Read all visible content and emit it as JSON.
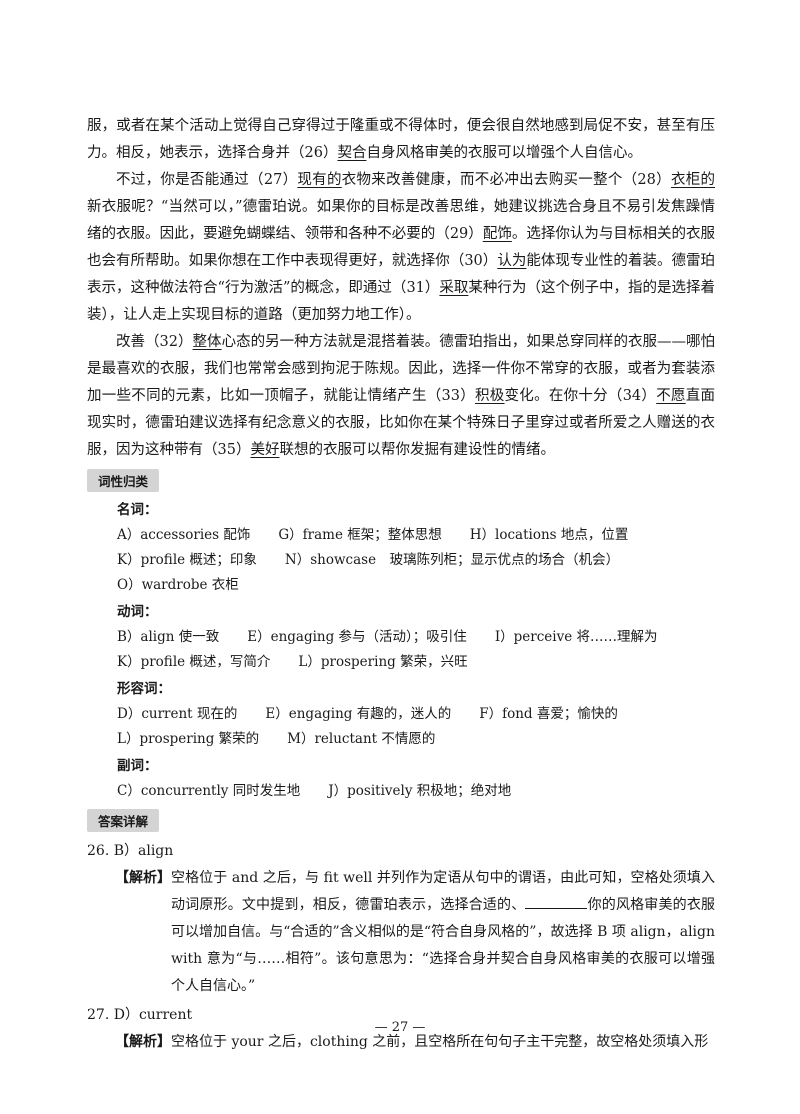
{
  "p1": "服，或者在某个活动上觉得自己穿得过于隆重或不得体时，便会很自然地感到局促不安，甚至有压力。相反，她表示，选择合身并（26）",
  "p1_u1": "契合",
  "p1_end": "自身风格审美的衣服可以增强个人自信心。",
  "p2_a": "不过，你是否能通过（27）",
  "p2_u1": "现有的",
  "p2_b": "衣物来改善健康，而不必冲出去购买一整个（28）",
  "p2_u2": "衣柜的",
  "p2_c": "新衣服呢？“当然可以，”德雷珀说。如果你的目标是改善思维，她建议挑选合身且不易引发焦躁情绪的衣服。因此，要避免蝴蝶结、领带和各种不必要的（29）",
  "p2_u3": "配饰",
  "p2_d": "。选择你认为与目标相关的衣服也会有所帮助。如果你想在工作中表现得更好，就选择你（30）",
  "p2_u4": "认为",
  "p2_e": "能体现专业性的着装。德雷珀表示，这种做法符合“行为激活”的概念，即通过（31）",
  "p2_u5": "采取",
  "p2_f": "某种行为（这个例子中，指的是选择着装），让人走上实现目标的道路（更加努力地工作）。",
  "p3_a": "改善（32）",
  "p3_u1": "整体",
  "p3_b": "心态的另一种方法就是混搭着装。德雷珀指出，如果总穿同样的衣服——哪怕是最喜欢的衣服，我们也常常会感到拘泥于陈规。因此，选择一件你不常穿的衣服，或者为套装添加一些不同的元素，比如一顶帽子，就能让情绪产生（33）",
  "p3_u2": "积极",
  "p3_c": "变化。在你十分（34）",
  "p3_u3": "不愿",
  "p3_d": "直面现实时，德雷珀建议选择有纪念意义的衣服，比如你在某个特殊日子里穿过或者所爱之人赠送的衣服，因为这种带有（35）",
  "p3_u4": "美好",
  "p3_e": "联想的衣服可以帮你发掘有建设性的情绪。",
  "section1": "词性归类",
  "noun_label": "名词：",
  "noun_rows": [
    [
      "A）accessories 配饰",
      "G）frame 框架；整体思想",
      "H）locations 地点，位置"
    ],
    [
      "K）profile 概述；印象",
      "N）showcase　玻璃陈列柜；显示优点的场合（机会）"
    ],
    [
      "O）wardrobe 衣柜"
    ]
  ],
  "verb_label": "动词：",
  "verb_rows": [
    [
      "B）align 使一致",
      "E）engaging 参与（活动）；吸引住",
      "I）perceive 将……理解为"
    ],
    [
      "K）profile 概述，写简介",
      "L）prospering 繁荣，兴旺"
    ]
  ],
  "adj_label": "形容词：",
  "adj_rows": [
    [
      "D）current 现在的",
      "E）engaging 有趣的，迷人的",
      "F）fond 喜爱；愉快的"
    ],
    [
      "L）prospering 繁荣的",
      "M）reluctant 不情愿的"
    ]
  ],
  "adv_label": "副词：",
  "adv_rows": [
    [
      "C）concurrently 同时发生地",
      "J）positively 积极地；绝对地"
    ]
  ],
  "section2": "答案详解",
  "a26_head": "26. B）align",
  "a26_label": "【解析】",
  "a26_t1": "空格位于 and 之后，与 fit well 并列作为定语从句中的谓语，由此可知，空格处须填入动词原形。文中提到，相反，德雷珀表示，选择合适的、",
  "a26_t2": "你的风格审美的衣服可以增加自信。与“合适的”含义相似的是“符合自身风格的”，故选择 B 项 align，align with 意为“与……相符”。该句意思为：“选择合身并契合自身风格审美的衣服可以增强个人自信心。”",
  "a27_head": "27. D）current",
  "a27_label": "【解析】",
  "a27_t1": "空格位于 your 之后，clothing 之前，且空格所在句句子主干完整，故空格处须填入形",
  "page_number": "— 27 —"
}
